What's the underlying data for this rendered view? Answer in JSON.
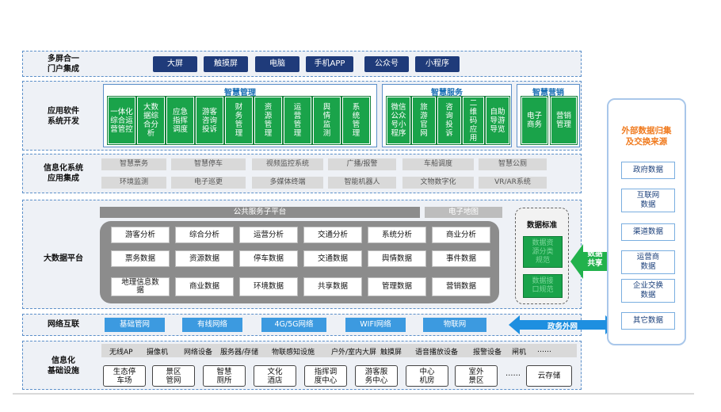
{
  "rows": {
    "portal": "多屏合一\n门户集成",
    "apps": "应用软件\n系统开发",
    "info": "信息化系统\n应用集成",
    "bigdata": "大数据平台",
    "network": "网络互联",
    "infra": "信息化\n基础设施"
  },
  "portal_items": [
    "大屏",
    "触摸屏",
    "电脑",
    "手机APP",
    "公众号",
    "小程序"
  ],
  "smart_mgmt": {
    "title": "智慧管理",
    "items": [
      "一体化\n综合运\n营管控",
      "大数\n据综\n合分\n析",
      "应急\n指挥\n调度",
      "游客\n咨询\n投诉",
      "财\n务\n管\n理",
      "资\n源\n管\n理",
      "运\n营\n管\n理",
      "舆\n情\n监\n测",
      "系\n统\n管\n理"
    ]
  },
  "smart_service": {
    "title": "智慧服务",
    "items": [
      "微信\n公众\n号小\n程序",
      "旅\n游\n官\n网",
      "咨\n询\n投\n诉",
      "二\n维\n码\n应\n用",
      "自助\n导游\n导览"
    ]
  },
  "smart_marketing": {
    "title": "智慧营销",
    "items": [
      "电子\n商务",
      "营销\n管理"
    ]
  },
  "info_systems": {
    "row1": [
      "智慧票务",
      "智慧停车",
      "视频监控系统",
      "广播/报警",
      "车船调度",
      "智慧公厕"
    ],
    "row2": [
      "环境监测",
      "电子巡更",
      "多媒体终端",
      "智能机器人",
      "文物数字化",
      "VR/AR系统"
    ]
  },
  "bigdata": {
    "public_service": "公共服务子平台",
    "e_map": "电子地图",
    "analysis": [
      "游客分析",
      "综合分析",
      "运营分析",
      "交通分析",
      "系统分析",
      "商业分析"
    ],
    "data1": [
      "票务数据",
      "资源数据",
      "停车数据",
      "交通数据",
      "舆情数据",
      "事件数据"
    ],
    "data2": [
      "地理信息数\n据",
      "商业数据",
      "环境数据",
      "共享数据",
      "管理数据",
      "营销数据"
    ],
    "standard_title": "数据标准",
    "standard_items": [
      "数据资\n源分类\n规范",
      "数据接\n口规范"
    ],
    "share_label": "数据\n共享"
  },
  "network": {
    "items": [
      "基础管网",
      "有线网络",
      "4G/5G网络",
      "WIFI网络",
      "物联网"
    ],
    "gov_label": "政务外网"
  },
  "infra": {
    "devices": [
      "无线AP",
      "摄像机",
      "网络设备",
      "服务器/存储",
      "物联感知设施",
      "户外/室内大屏",
      "触摸屏",
      "语音播放设备",
      "报警设备",
      "闸机",
      "……"
    ],
    "facilities": [
      "生态停\n车场",
      "景区\n管网",
      "智慧\n厕所",
      "文化\n酒店",
      "指挥调\n度中心",
      "游客服\n务中心",
      "中心\n机房",
      "室外\n景区"
    ],
    "ellipsis": "……",
    "cloud": "云存储"
  },
  "external": {
    "title": "外部数据归集\n及交换来源",
    "items": [
      "政府数据",
      "互联网\n数据",
      "渠道数据",
      "运营商\n数据",
      "企业交换\n数据",
      "其它数据"
    ]
  },
  "colors": {
    "navy": "#1f3b7a",
    "green": "#1aa34a",
    "blue": "#3c9ae0",
    "orange": "#f07b1f",
    "arrow": "#22b24c"
  }
}
